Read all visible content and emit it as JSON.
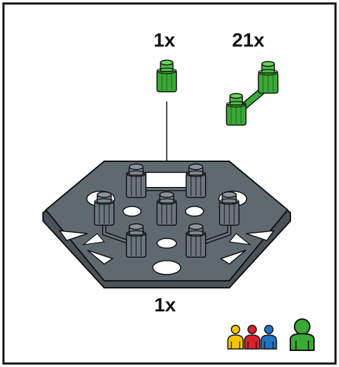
{
  "instruction": {
    "quantity_single_peg": "1x",
    "quantity_peg_pair": "21x",
    "quantity_base": "1x"
  },
  "colors": {
    "frame": "#111111",
    "part_green": "#3aa935",
    "part_green_dark": "#1f7a1f",
    "base_gray": "#5f6a70",
    "base_gray_dark": "#4a5357",
    "cap_gray": "#6b767c",
    "person_yellow": "#f3c300",
    "person_red": "#d9232e",
    "person_blue": "#1f74c4",
    "person_green": "#3aa935"
  },
  "icons": [
    "peg-icon",
    "peg-pair-icon",
    "hex-base-icon",
    "arrow-down-icon",
    "person-icon"
  ]
}
